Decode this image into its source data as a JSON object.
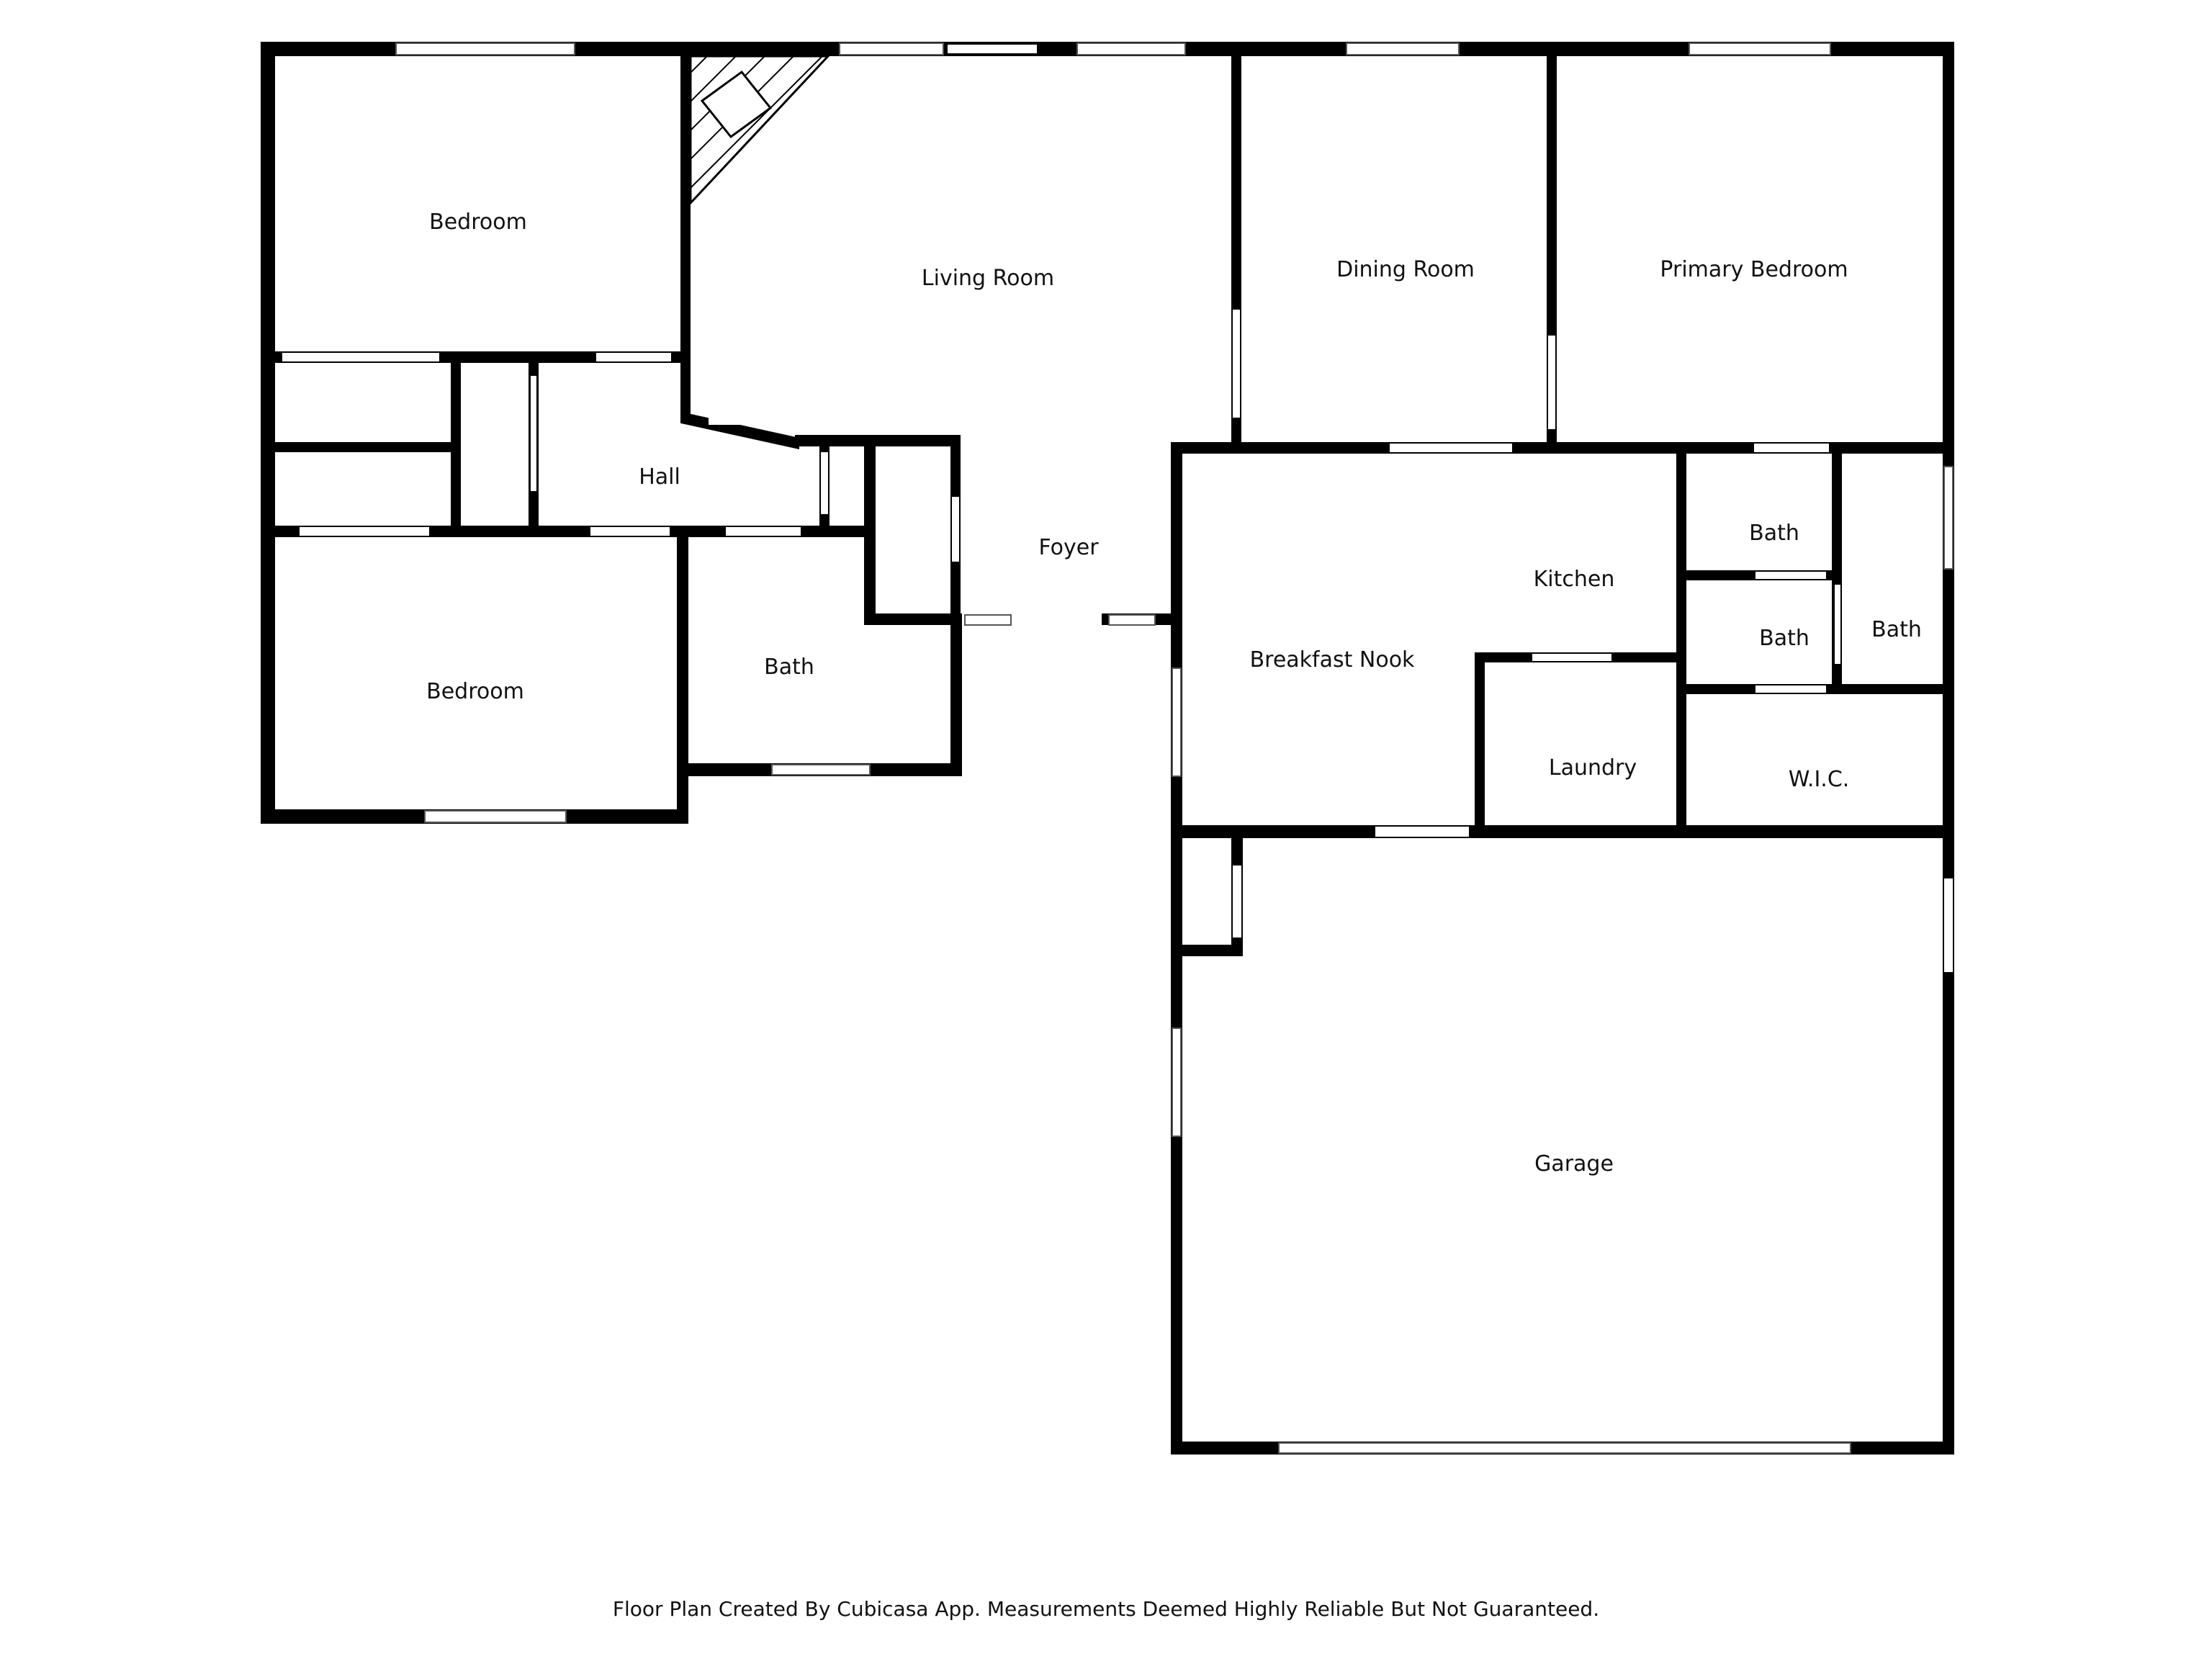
{
  "rooms": {
    "bedroom_1": "Bedroom",
    "living_room": "Living Room",
    "dining_room": "Dining Room",
    "primary_bedroom": "Primary Bedroom",
    "hall": "Hall",
    "foyer": "Foyer",
    "kitchen": "Kitchen",
    "bath_1": "Bath",
    "bath_2": "Bath",
    "bath_3": "Bath",
    "bath_4": "Bath",
    "bedroom_2": "Bedroom",
    "breakfast_nook": "Breakfast Nook",
    "laundry": "Laundry",
    "wic": "W.I.C.",
    "garage": "Garage"
  },
  "footer": "Floor Plan Created By Cubicasa App. Measurements Deemed Highly Reliable But Not Guaranteed.",
  "colors": {
    "wall": "#000000",
    "background": "#ffffff"
  }
}
